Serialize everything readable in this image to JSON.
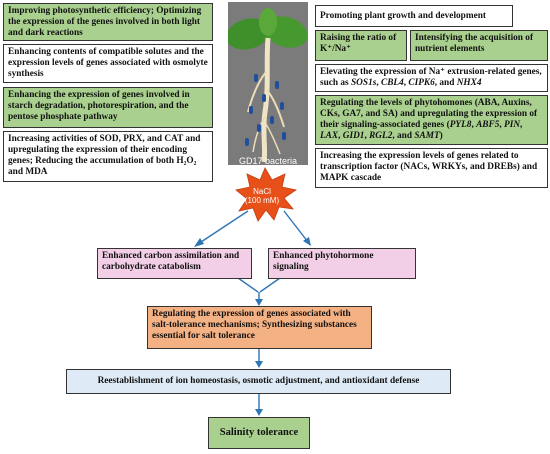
{
  "diagram": {
    "left_boxes": [
      "Improving photosynthetic efficiency; Optimizing the expression of the genes involved in both light and dark reactions",
      "Enhancing contents of compatible solutes and the expression levels of genes associated with osmolyte synthesis",
      "Enhancing the expression of genes involved in starch degradation, photorespiration, and the pentose phosphate pathway",
      "Increasing activities of SOD, PRX, and CAT and upregulating the expression of their encoding genes; Reducing the accumulation of both H₂O₂ and MDA"
    ],
    "right_boxes": {
      "promoting": "Promoting plant growth and development",
      "ratio": "Raising the ratio of K⁺/Na⁺",
      "nutrients": "Intensifying the acquisition of nutrient elements",
      "na_extrusion_prefix": "Elevating the expression of Na⁺ extrusion-related genes, such as ",
      "na_extrusion_genes": [
        "SOS1s",
        "CBL4",
        "CIPK6",
        "NHX4"
      ],
      "phytohormone_prefix": "Regulating the levels of phytohomones (ABA, Auxins, CKs, GA7, and SA) and upregulating the expression of their signaling-associated genes ",
      "phytohormone_genes": [
        "PYL8",
        "ABF5",
        "PIN",
        "LAX",
        "GID1",
        "RGL2",
        "SAMT"
      ],
      "transcription": "Increasing the expression levels of genes related to transcription factor (NACs, WRKYs, and DREBs) and MAPK cascade"
    },
    "plant_label": "GD17 bacteria",
    "nacl_label": "NaCl",
    "nacl_conc": "(100 mM)",
    "carbon_box": "Enhanced carbon assimilation and carbohydrate catabolism",
    "phyto_box": "Enhanced phytohormone signaling",
    "regulating_box": "Regulating the expression of genes associated with salt-tolerance mechanisms; Synthesizing substances essential for salt tolerance",
    "reestablish_box": "Reestablishment of ion homeostasis, osmotic adjustment, and antioxidant defense",
    "salinity_box": "Salinity tolerance"
  },
  "colors": {
    "green": "#a9d08e",
    "pink": "#f2cfe6",
    "salmon": "#f4b183",
    "light_blue": "#deebf7",
    "arrow": "#2e75b6",
    "starburst": "#e8501a"
  }
}
